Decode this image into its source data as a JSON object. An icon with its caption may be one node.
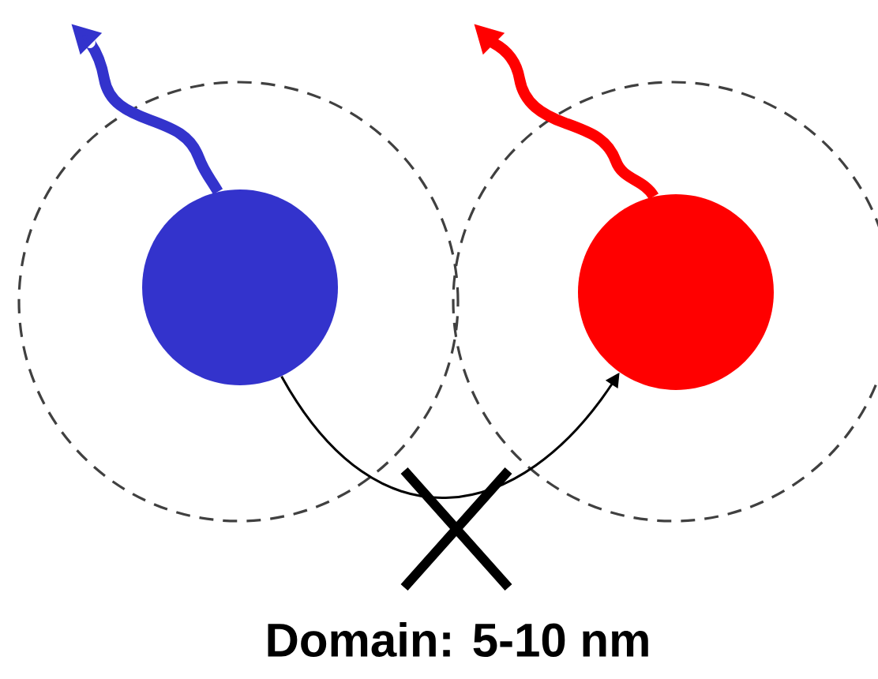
{
  "diagram": {
    "nodes": [
      {
        "text": [],
        "shape": "circle"
      },
      {
        "text": [],
        "shape": "circle",
        "in": 0
      },
      {
        "text": [],
        "shape": "circle"
      },
      {
        "text": [],
        "shape": "circle",
        "in": 2
      }
    ],
    "edges": [
      {
        "from": 1,
        "to": null,
        "arrow": "to",
        "color": "#3333cc"
      },
      {
        "from": 3,
        "to": null,
        "arrow": "to",
        "color": "#ff0000"
      },
      {
        "from": 1,
        "to": 3,
        "arrow": "to",
        "color": "#000000"
      }
    ],
    "labels": [
      "Domain: 5-10 nm"
    ]
  }
}
